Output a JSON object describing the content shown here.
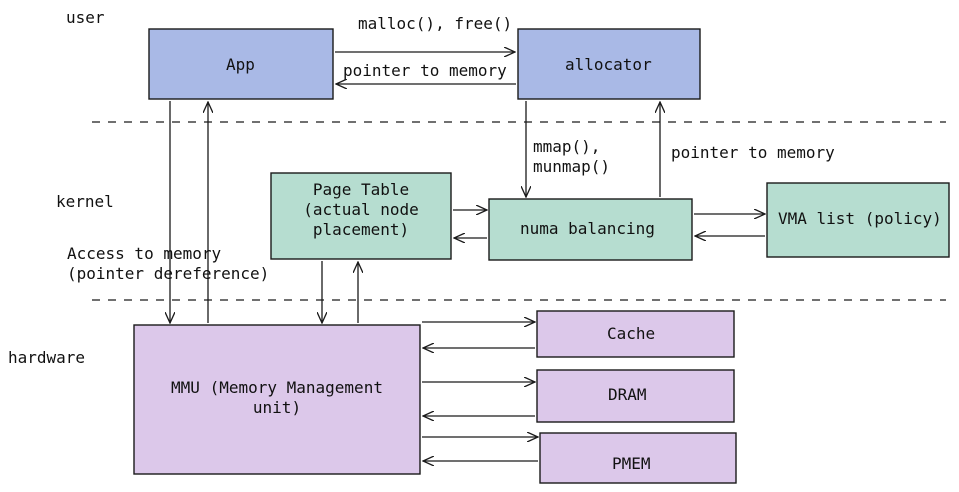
{
  "layers": {
    "user": "user",
    "kernel": "kernel",
    "hardware": "hardware"
  },
  "boxes": {
    "app": "App",
    "allocator": "allocator",
    "page_table_line1": "Page Table",
    "page_table_line2": "(actual node",
    "page_table_line3": "placement)",
    "numa": "numa balancing",
    "vma": "VMA list (policy)",
    "mmu_line1": "MMU (Memory Management",
    "mmu_line2": "unit)",
    "cache": "Cache",
    "dram": "DRAM",
    "pmem": "PMEM"
  },
  "edges": {
    "malloc_free": "malloc(), free()",
    "pointer_to_memory_user": "pointer to memory",
    "mmap_line1": "mmap(),",
    "mmap_line2": "munmap()",
    "pointer_to_memory_kernel": "pointer to memory",
    "access_line1": "Access to memory",
    "access_line2": "(pointer dereference)"
  },
  "colors": {
    "user_fill": "#a9b9e6",
    "kernel_fill": "#b6ddd0",
    "hardware_fill": "#dcc8ea"
  }
}
